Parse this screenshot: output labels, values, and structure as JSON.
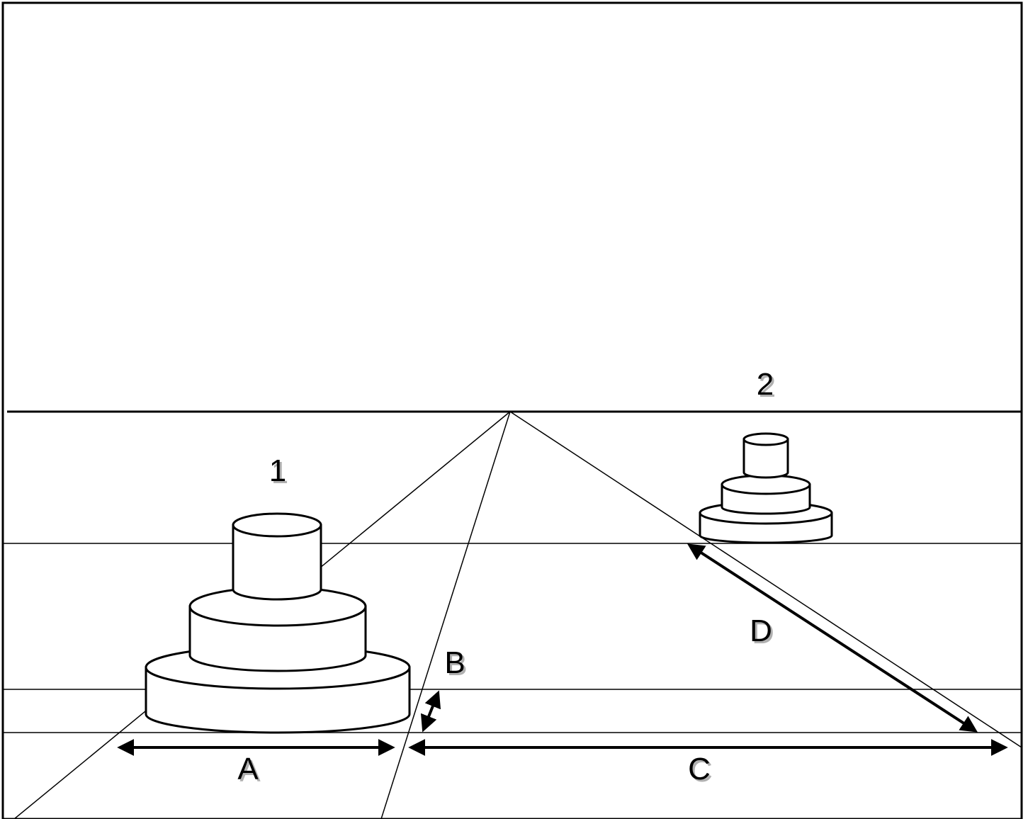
{
  "labels": {
    "object_1": "1",
    "object_2": "2",
    "A": "A",
    "B": "B",
    "C": "C",
    "D": "D"
  },
  "colors": {
    "stroke": "#000000",
    "fill": "#ffffff",
    "label_shadow": "#b0b0b0"
  }
}
